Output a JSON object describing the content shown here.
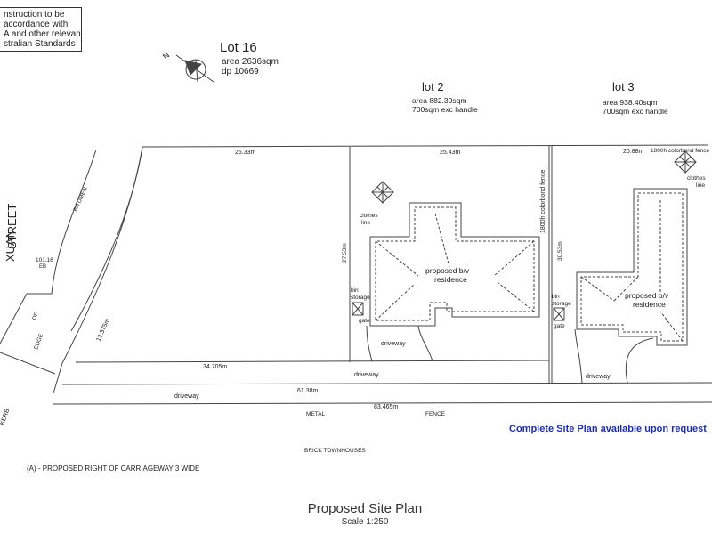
{
  "notes": {
    "construction_note": [
      "nstruction to be",
      "accordance with",
      "A and other relevant",
      "stralian Standards"
    ]
  },
  "lot16": {
    "title": "Lot 16",
    "area": "area 2636sqm",
    "dp": "dp 10669"
  },
  "lot2": {
    "title": "lot 2",
    "area": "area 882.30sqm",
    "handle": "700sqm exc handle"
  },
  "lot3": {
    "title": "lot 3",
    "area": "area 938.40sqm",
    "handle": "700sqm exc handle"
  },
  "north": "N",
  "street": {
    "name_part1": "XUAN",
    "name_part2": "STREET",
    "bitumen": "BITUMEN",
    "edge": "EDGE",
    "of": "OF",
    "kerb": "KERB",
    "level": "101.16",
    "level_code": "EB"
  },
  "dimensions": {
    "top1": "26.33m",
    "top2": "25.43m",
    "top3": "20.88m",
    "fence_top": "1800h colorbond fence",
    "fence_vertical": "1800h colorbond fence",
    "lot2_side": "27.53m",
    "lot3_side": "30.53m",
    "frontage": "13.375m",
    "road1": "34.705m",
    "road2": "61.38m",
    "road3": "83.465m"
  },
  "labels": {
    "clothes_line": "clothes",
    "clothes_line2": "line",
    "residence_lot2_1": "proposed b/v",
    "residence_lot2_2": "residence",
    "residence_lot3_1": "proposed b/v",
    "residence_lot3_2": "residence",
    "bin": "bin",
    "storage": "storage",
    "gate": "gate",
    "driveway": "driveway",
    "metal": "METAL",
    "fence": "FENCE",
    "brick_townhouses": "BRICK TOWNHOUSES",
    "right_of_carriageway": "(A) - PROPOSED RIGHT OF CARRIAGEWAY 3 WIDE"
  },
  "availability": "Complete Site Plan available upon request",
  "footer": {
    "title": "Proposed Site Plan",
    "scale": "Scale 1:250"
  }
}
